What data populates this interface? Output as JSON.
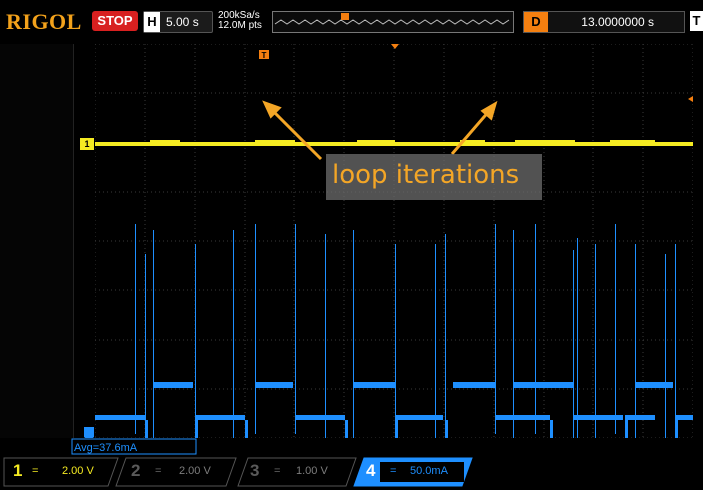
{
  "header": {
    "logo": "RIGOL",
    "run_state": "STOP",
    "horizontal_label": "H",
    "timebase": "5.00 s",
    "sample_rate": "200kSa/s",
    "memory_depth": "12.0M pts",
    "delay_label": "D",
    "delay_value": "13.0000000 s",
    "trigger_label": "T"
  },
  "annotation": {
    "text": "loop iterations"
  },
  "measurement": {
    "avg_text": "Avg=37.6mA"
  },
  "channels": [
    {
      "number": "1",
      "coupling": "=",
      "scale": "2.00 V",
      "color": "#f5eb22",
      "active": true
    },
    {
      "number": "2",
      "coupling": "=",
      "scale": "2.00 V",
      "color": "#7d7d7d",
      "active": false
    },
    {
      "number": "3",
      "coupling": "=",
      "scale": "1.00 V",
      "color": "#7d7d7d",
      "active": false
    },
    {
      "number": "4",
      "coupling": "=",
      "scale": "50.0mA",
      "color": "#1e8fff",
      "active": true
    }
  ],
  "colors": {
    "ch1": "#f5eb22",
    "ch4": "#1e8fff",
    "accent": "#f47f10",
    "grid": "#3a3a3a"
  }
}
